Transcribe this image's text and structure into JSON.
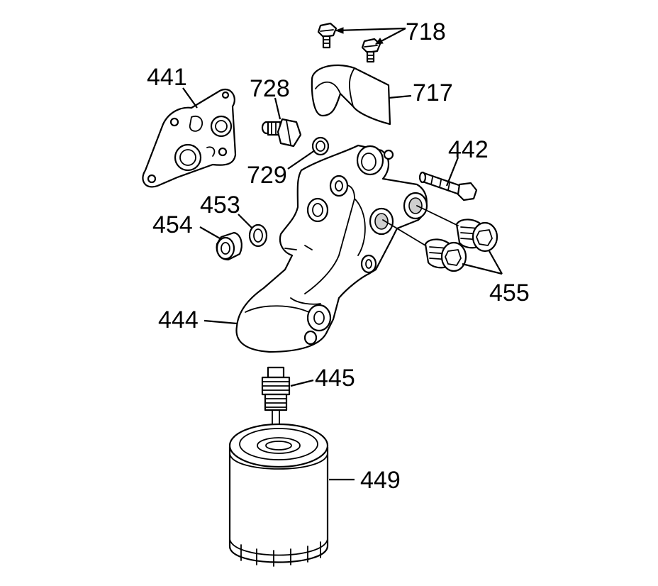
{
  "colors": {
    "line": "#000000",
    "background": "#ffffff",
    "shade": "#cfcfcf"
  },
  "callouts": {
    "c718": "718",
    "c441": "441",
    "c728": "728",
    "c717": "717",
    "c729": "729",
    "c442": "442",
    "c453": "453",
    "c454": "454",
    "c455": "455",
    "c444": "444",
    "c445": "445",
    "c449": "449"
  }
}
